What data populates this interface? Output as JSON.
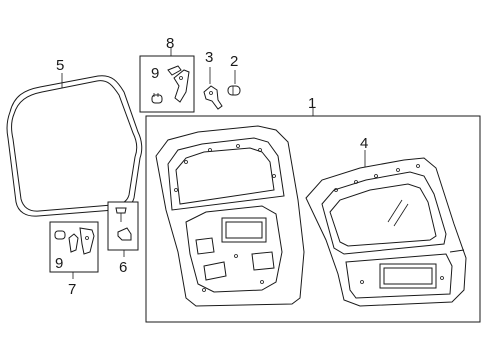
{
  "callouts": {
    "c1": "1",
    "c2": "2",
    "c3": "3",
    "c4": "4",
    "c5": "5",
    "c6": "6",
    "c7": "7",
    "c8": "8",
    "c9a": "9",
    "c9b": "9"
  }
}
